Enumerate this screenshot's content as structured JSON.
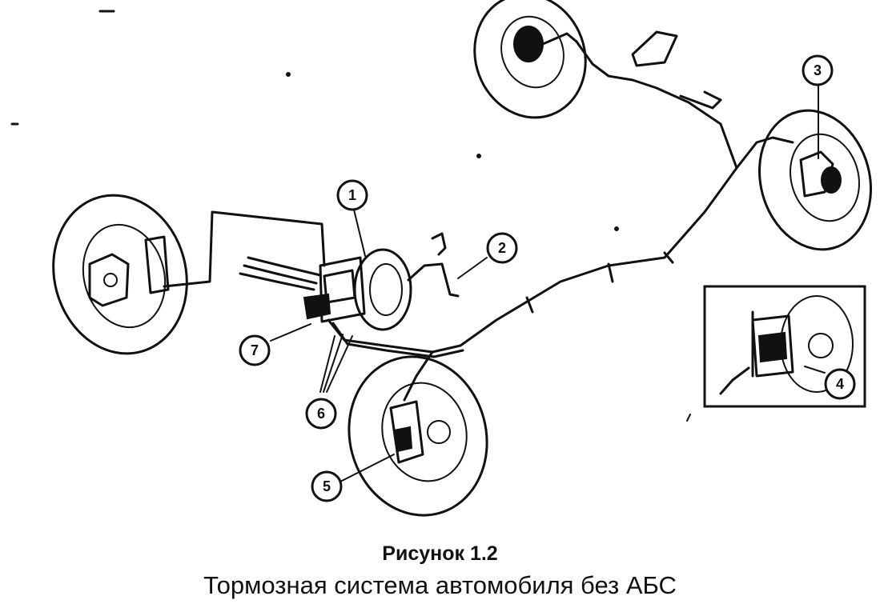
{
  "diagram": {
    "callouts": [
      {
        "label": "1"
      },
      {
        "label": "2"
      },
      {
        "label": "3"
      },
      {
        "label": "4"
      },
      {
        "label": "5"
      },
      {
        "label": "6"
      },
      {
        "label": "7"
      }
    ]
  },
  "caption": {
    "figure_number": "Рисунок 1.2",
    "title": "Тормозная система автомобиля без АБС"
  }
}
